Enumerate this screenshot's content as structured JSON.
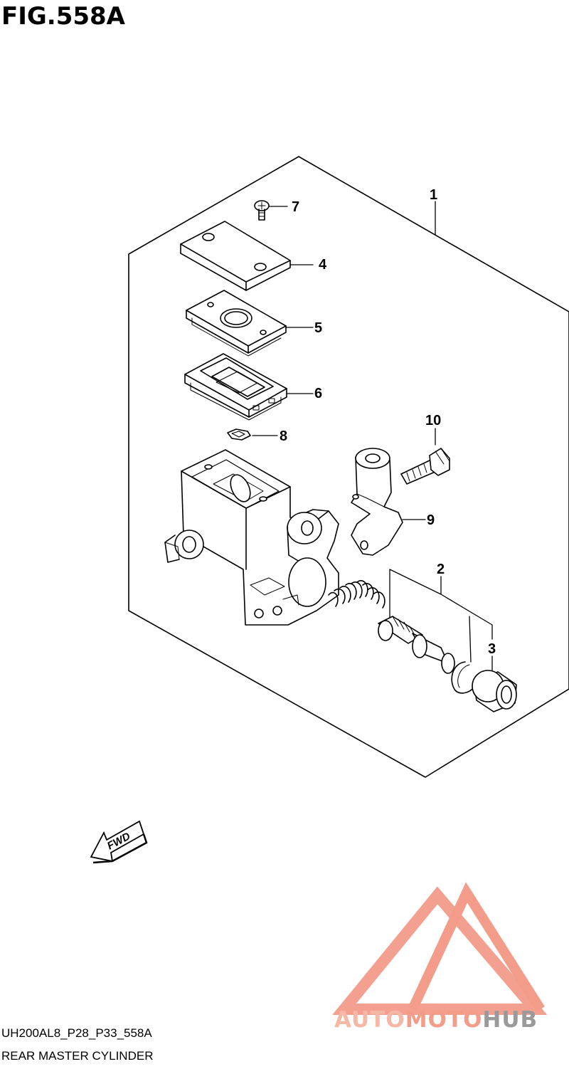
{
  "figure": {
    "title": "FIG.558A",
    "code": "UH200AL8_P28_P33_558A",
    "name": "REAR MASTER CYLINDER"
  },
  "callouts": {
    "c1": "1",
    "c2": "2",
    "c3": "3",
    "c4": "4",
    "c5": "5",
    "c6": "6",
    "c7": "7",
    "c8": "8",
    "c9": "9",
    "c10": "10"
  },
  "fwd_label": "FWD",
  "watermark": {
    "part1": "AUTO",
    "part2": "MOTO",
    "part3": "HUB",
    "colors": {
      "logo": "#f39c8a",
      "light": "#f6b8a6",
      "grey": "#9a9a9a"
    }
  }
}
